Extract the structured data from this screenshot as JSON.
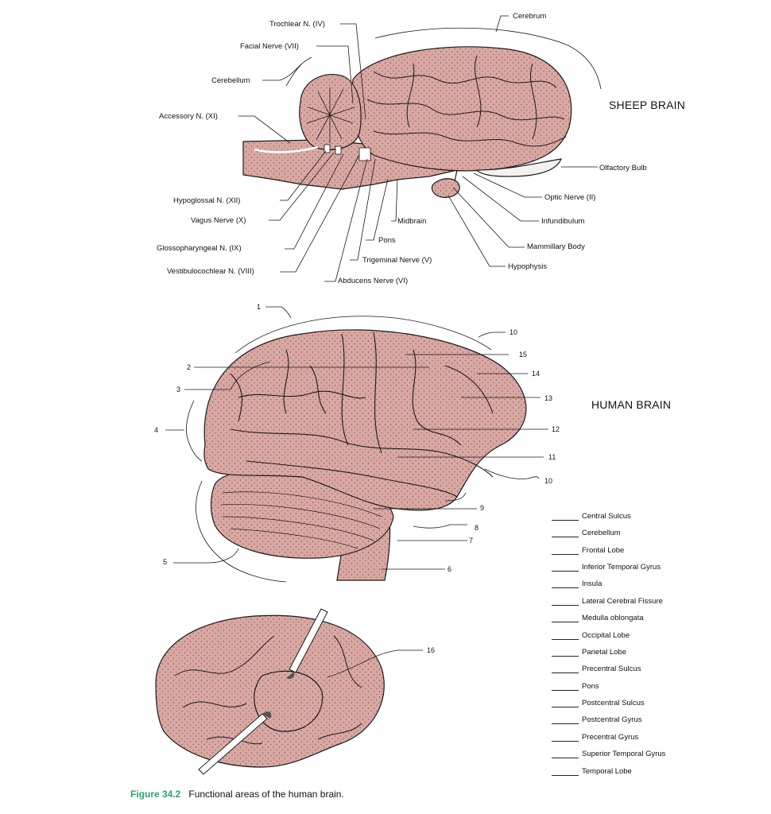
{
  "sheep": {
    "heading": "SHEEP BRAIN",
    "labels": {
      "trochlear": "Trochlear N. (IV)",
      "facial": "Facial Nerve (VII)",
      "cerebellum": "Cerebellum",
      "accessory": "Accessory N. (XI)",
      "hypoglossal": "Hypoglossal N. (XII)",
      "vagus": "Vagus Nerve (X)",
      "glossopharyngeal": "Glossopharyngeal N. (IX)",
      "vestibulocochlear": "Vestibulocochlear N. (VIII)",
      "cerebrum": "Cerebrum",
      "olfactory": "Olfactory Bulb",
      "optic": "Optic Nerve (II)",
      "infundibulum": "Infundibulum",
      "mammillary": "Mammillary Body",
      "hypophysis": "Hypophysis",
      "midbrain": "Midbrain",
      "pons": "Pons",
      "trigeminal": "Trigeminal Nerve (V)",
      "abducens": "Abducens Nerve (VI)"
    }
  },
  "human": {
    "heading": "HUMAN BRAIN",
    "numbers": {
      "n1": "1",
      "n2": "2",
      "n3": "3",
      "n4": "4",
      "n5": "5",
      "n6": "6",
      "n7": "7",
      "n8": "8",
      "n9": "9",
      "n10a": "10",
      "n10b": "10",
      "n11": "11",
      "n12": "12",
      "n13": "13",
      "n14": "14",
      "n15": "15",
      "n16": "16"
    }
  },
  "word_bank": [
    "Central Sulcus",
    "Cerebellum",
    "Frontal Lobe",
    "Inferior Temporal Gyrus",
    "Insula",
    "Lateral Cerebral Fissure",
    "Medulla oblongata",
    "Occipital Lobe",
    "Parietal Lobe",
    "Precentral Sulcus",
    "Pons",
    "Postcentral Sulcus",
    "Postcentral Gyrus",
    "Precentral Gyrus",
    "Superior Temporal Gyrus",
    "Temporal Lobe"
  ],
  "caption": {
    "figure": "Figure 34.2",
    "text": "Functional areas of the human brain."
  },
  "colors": {
    "brain_fill": "#d9a7a2",
    "outline": "#1a1a1a",
    "caption_accent": "#2aa56a"
  }
}
